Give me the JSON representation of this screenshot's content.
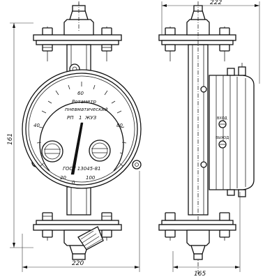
{
  "dimensions": {
    "height_left": "161",
    "width_bottom_front": "220",
    "width_top_side": "222",
    "width_bottom_side": "165"
  },
  "dial": {
    "title_line1": "Ротаметр",
    "title_line2": "пневматический",
    "model": "РП",
    "model_num": "1",
    "model_suffix": "ЖУЗ",
    "standard": "ГОСТ 13045-81"
  },
  "scale": {
    "s0": "0",
    "s20": "20",
    "s40": "40",
    "s60": "60",
    "s80": "80",
    "s100": "100"
  },
  "side_labels": {
    "input": "ВХОД",
    "output": "ВЫХОД"
  }
}
